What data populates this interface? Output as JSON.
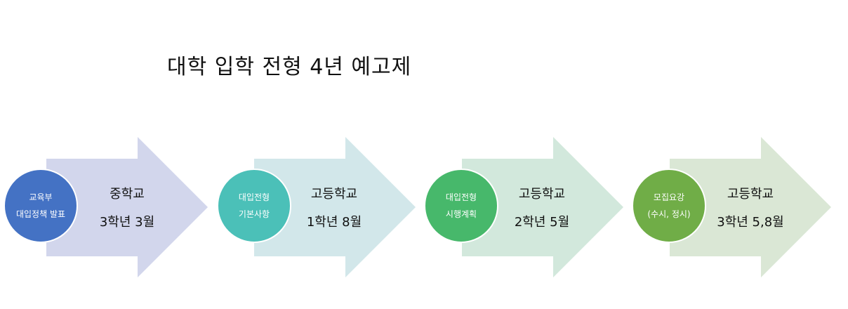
{
  "title": "대학 입학 전형 4년 예고제",
  "colors": {
    "arrows": [
      "#d2d6ec",
      "#d2e7ea",
      "#d2e8dc",
      "#dae7d5"
    ],
    "circles": [
      "#4472c4",
      "#4bc0b8",
      "#47b86b",
      "#70ad47"
    ]
  },
  "steps": [
    {
      "circle_line1": "교육부",
      "circle_line2": "대입정책 발표",
      "school": "중학교",
      "timing": "3학년 3월"
    },
    {
      "circle_line1": "대입전형",
      "circle_line2": "기본사항",
      "school": "고등학교",
      "timing": "1학년 8월"
    },
    {
      "circle_line1": "대입전형",
      "circle_line2": "시행계획",
      "school": "고등학교",
      "timing": "2학년 5월"
    },
    {
      "circle_line1": "모집요강",
      "circle_line2": "(수시, 정시)",
      "school": "고등학교",
      "timing": "3학년 5,8월"
    }
  ]
}
